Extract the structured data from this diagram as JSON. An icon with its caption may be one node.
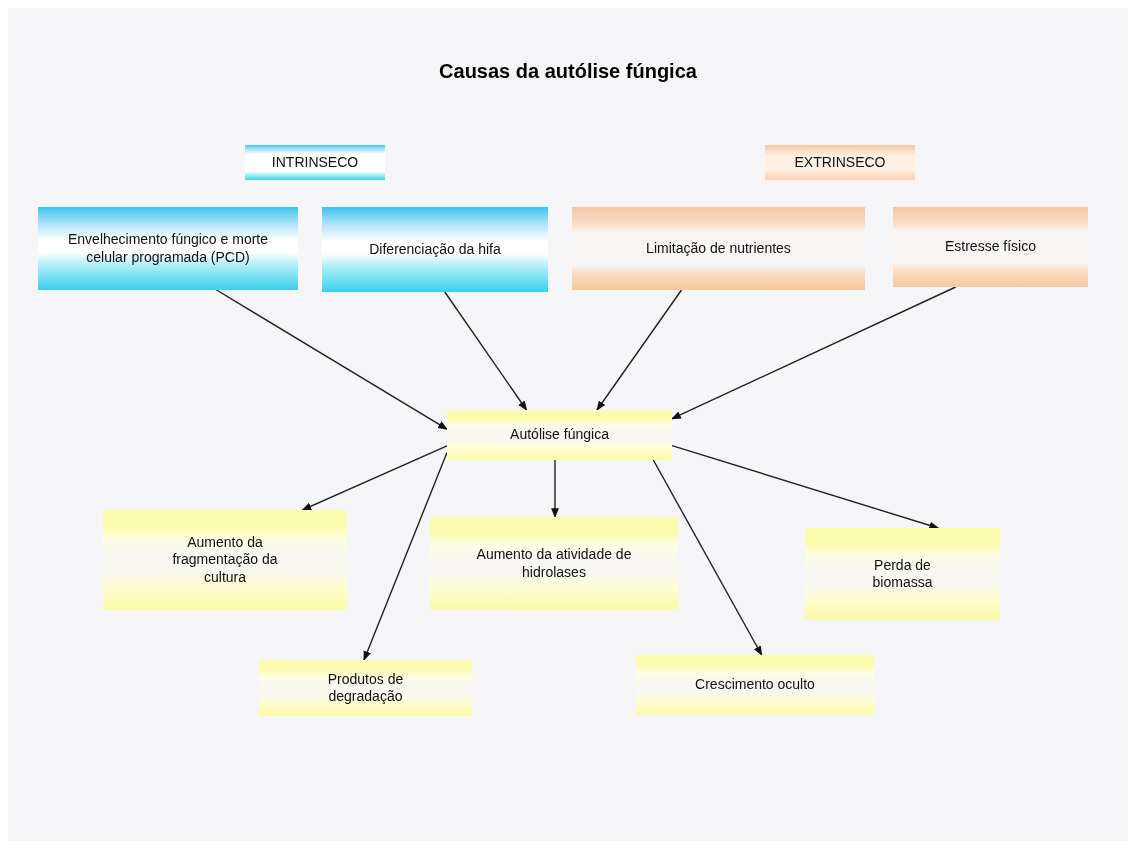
{
  "diagram": {
    "title": "Causas da autólise fúngica",
    "nodes": [
      {
        "text": [
          "INTRINSECO"
        ]
      },
      {
        "text": [
          "EXTRINSECO"
        ]
      },
      {
        "text": [
          "Envelhecimento fúngico e morte celular programada (PCD)"
        ]
      },
      {
        "text": [
          "Diferenciação da hifa"
        ]
      },
      {
        "text": [
          "Limitação de nutrientes"
        ]
      },
      {
        "text": [
          "Estresse físico"
        ]
      },
      {
        "text": [
          "Autólise fúngica"
        ]
      },
      {
        "text": [
          "Aumento da fragmentação da cultura"
        ]
      },
      {
        "text": [
          "Aumento da atividade de hidrolases"
        ]
      },
      {
        "text": [
          "Perda de biomassa"
        ]
      },
      {
        "text": [
          "Produtos de degradação"
        ]
      },
      {
        "text": [
          "Crescimento oculto"
        ]
      }
    ],
    "edges": [
      {
        "from": 2,
        "to": 6,
        "arrow": "to"
      },
      {
        "from": 3,
        "to": 6,
        "arrow": "to"
      },
      {
        "from": 4,
        "to": 6,
        "arrow": "to"
      },
      {
        "from": 5,
        "to": 6,
        "arrow": "to"
      },
      {
        "from": 6,
        "to": 7,
        "arrow": "to"
      },
      {
        "from": 6,
        "to": 10,
        "arrow": "to"
      },
      {
        "from": 6,
        "to": 8,
        "arrow": "to"
      },
      {
        "from": 6,
        "to": 11,
        "arrow": "to"
      },
      {
        "from": 6,
        "to": 9,
        "arrow": "to"
      }
    ]
  }
}
